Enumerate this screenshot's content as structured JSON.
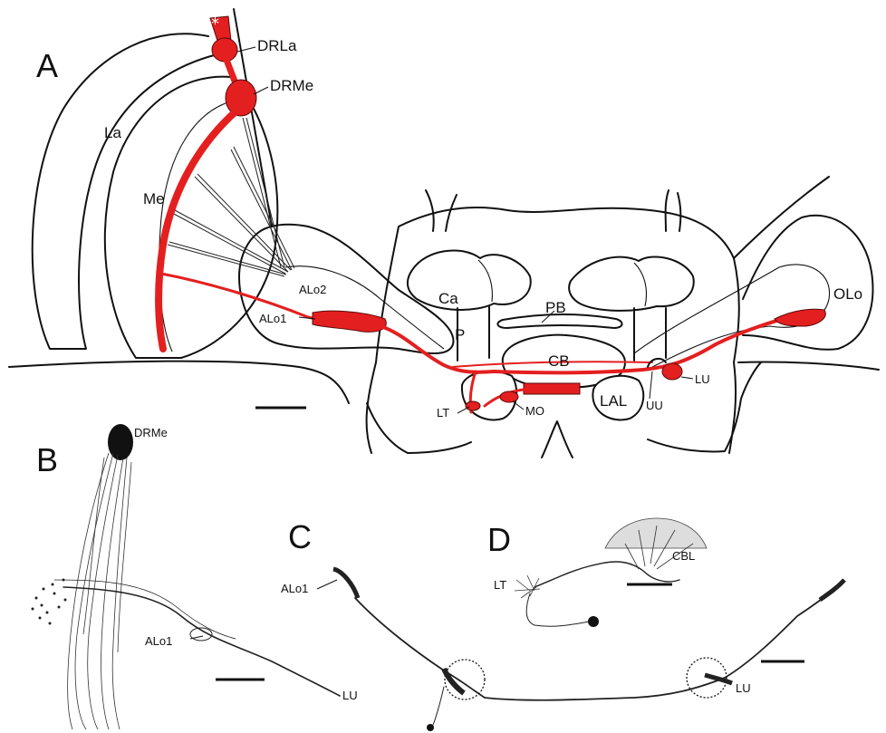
{
  "figure": {
    "panels": {
      "a": "A",
      "b": "B",
      "c": "C",
      "d": "D"
    },
    "labels_a": {
      "drla": "DRLa",
      "drme": "DRMe",
      "la": "La",
      "me": "Me",
      "alo2": "ALo2",
      "alo1": "ALo1",
      "ca": "Ca",
      "pb": "PB",
      "p": "P",
      "cb": "CB",
      "lal": "LAL",
      "lt": "LT",
      "mo": "MO",
      "uu": "UU",
      "lu": "LU",
      "olo": "OLo",
      "asterisk": "*"
    },
    "labels_b": {
      "drme": "DRMe",
      "alo1": "ALo1",
      "lu": "LU"
    },
    "labels_c": {
      "alo1": "ALo1",
      "lu": "LU"
    },
    "labels_d": {
      "lt": "LT",
      "cbl": "CBL"
    },
    "colors": {
      "neuron_red": "#e41f1f",
      "outline": "#111111",
      "background": "#ffffff"
    }
  }
}
